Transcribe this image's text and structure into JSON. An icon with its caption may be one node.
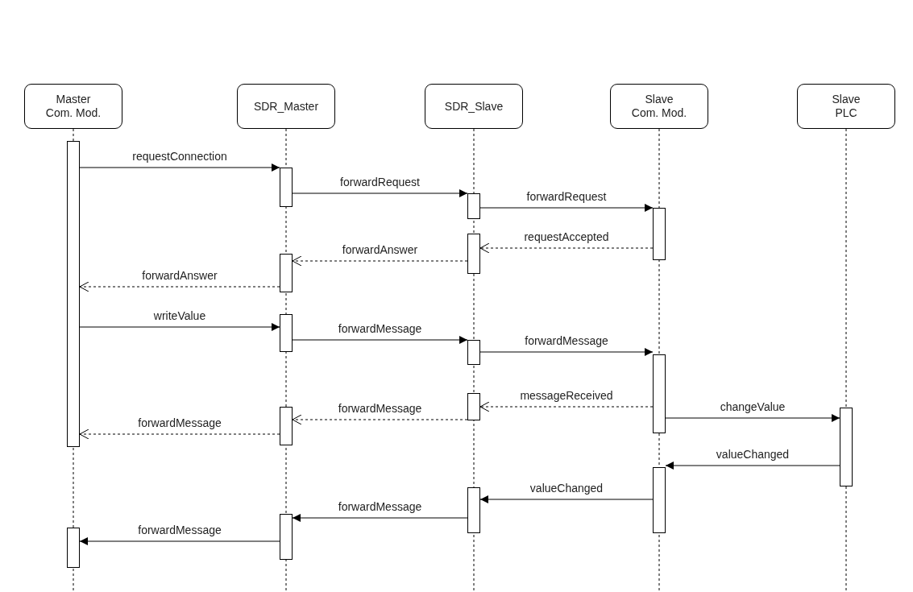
{
  "diagram": {
    "nodes": [
      {
        "text": [
          "Master Com. Mod."
        ]
      },
      {
        "text": [
          "SDR_Master"
        ]
      },
      {
        "text": [
          "SDR_Slave"
        ]
      },
      {
        "text": [
          "Slave Com. Mod."
        ]
      },
      {
        "text": [
          "Slave PLC"
        ]
      },
      {
        "text": [],
        "shape": "bar"
      },
      {
        "text": [],
        "shape": "bar"
      },
      {
        "text": [],
        "shape": "bar"
      },
      {
        "text": [],
        "shape": "bar"
      },
      {
        "text": [],
        "shape": "bar"
      },
      {
        "text": [],
        "shape": "bar"
      },
      {
        "text": [],
        "shape": "bar"
      },
      {
        "text": [],
        "shape": "bar"
      },
      {
        "text": [],
        "shape": "bar"
      },
      {
        "text": [],
        "shape": "bar"
      },
      {
        "text": [],
        "shape": "bar"
      },
      {
        "text": [],
        "shape": "bar"
      },
      {
        "text": [],
        "shape": "bar"
      },
      {
        "text": [],
        "shape": "bar"
      },
      {
        "text": [],
        "shape": "bar"
      },
      {
        "text": [],
        "shape": "bar"
      }
    ],
    "edges": [
      {
        "from": 5,
        "to": 6,
        "arrow": "to",
        "label": "requestConnection"
      },
      {
        "from": 6,
        "to": 7,
        "arrow": "to",
        "label": "forwardRequest"
      },
      {
        "from": 7,
        "to": 8,
        "arrow": "to",
        "label": "forwardRequest"
      },
      {
        "from": 8,
        "to": 9,
        "arrow": "to",
        "label": "requestAccepted",
        "style": "dashed"
      },
      {
        "from": 9,
        "to": 10,
        "arrow": "to",
        "label": "forwardAnswer",
        "style": "dashed"
      },
      {
        "from": 10,
        "to": 5,
        "arrow": "to",
        "label": "forwardAnswer",
        "style": "dashed"
      },
      {
        "from": 5,
        "to": 11,
        "arrow": "to",
        "label": "writeValue"
      },
      {
        "from": 11,
        "to": 12,
        "arrow": "to",
        "label": "forwardMessage"
      },
      {
        "from": 12,
        "to": 13,
        "arrow": "to",
        "label": "forwardMessage"
      },
      {
        "from": 13,
        "to": 14,
        "arrow": "to",
        "label": "messageReceived",
        "style": "dashed"
      },
      {
        "from": 13,
        "to": 16,
        "arrow": "to",
        "label": "changeValue"
      },
      {
        "from": 14,
        "to": 15,
        "arrow": "to",
        "label": "forwardMessage",
        "style": "dashed"
      },
      {
        "from": 15,
        "to": 5,
        "arrow": "to",
        "label": "forwardMessage",
        "style": "dashed"
      },
      {
        "from": 16,
        "to": 17,
        "arrow": "to",
        "label": "valueChanged"
      },
      {
        "from": 17,
        "to": 18,
        "arrow": "to",
        "label": "valueChanged"
      },
      {
        "from": 18,
        "to": 19,
        "arrow": "to",
        "label": "forwardMessage"
      },
      {
        "from": 19,
        "to": 20,
        "arrow": "to",
        "label": "forwardMessage"
      }
    ]
  }
}
